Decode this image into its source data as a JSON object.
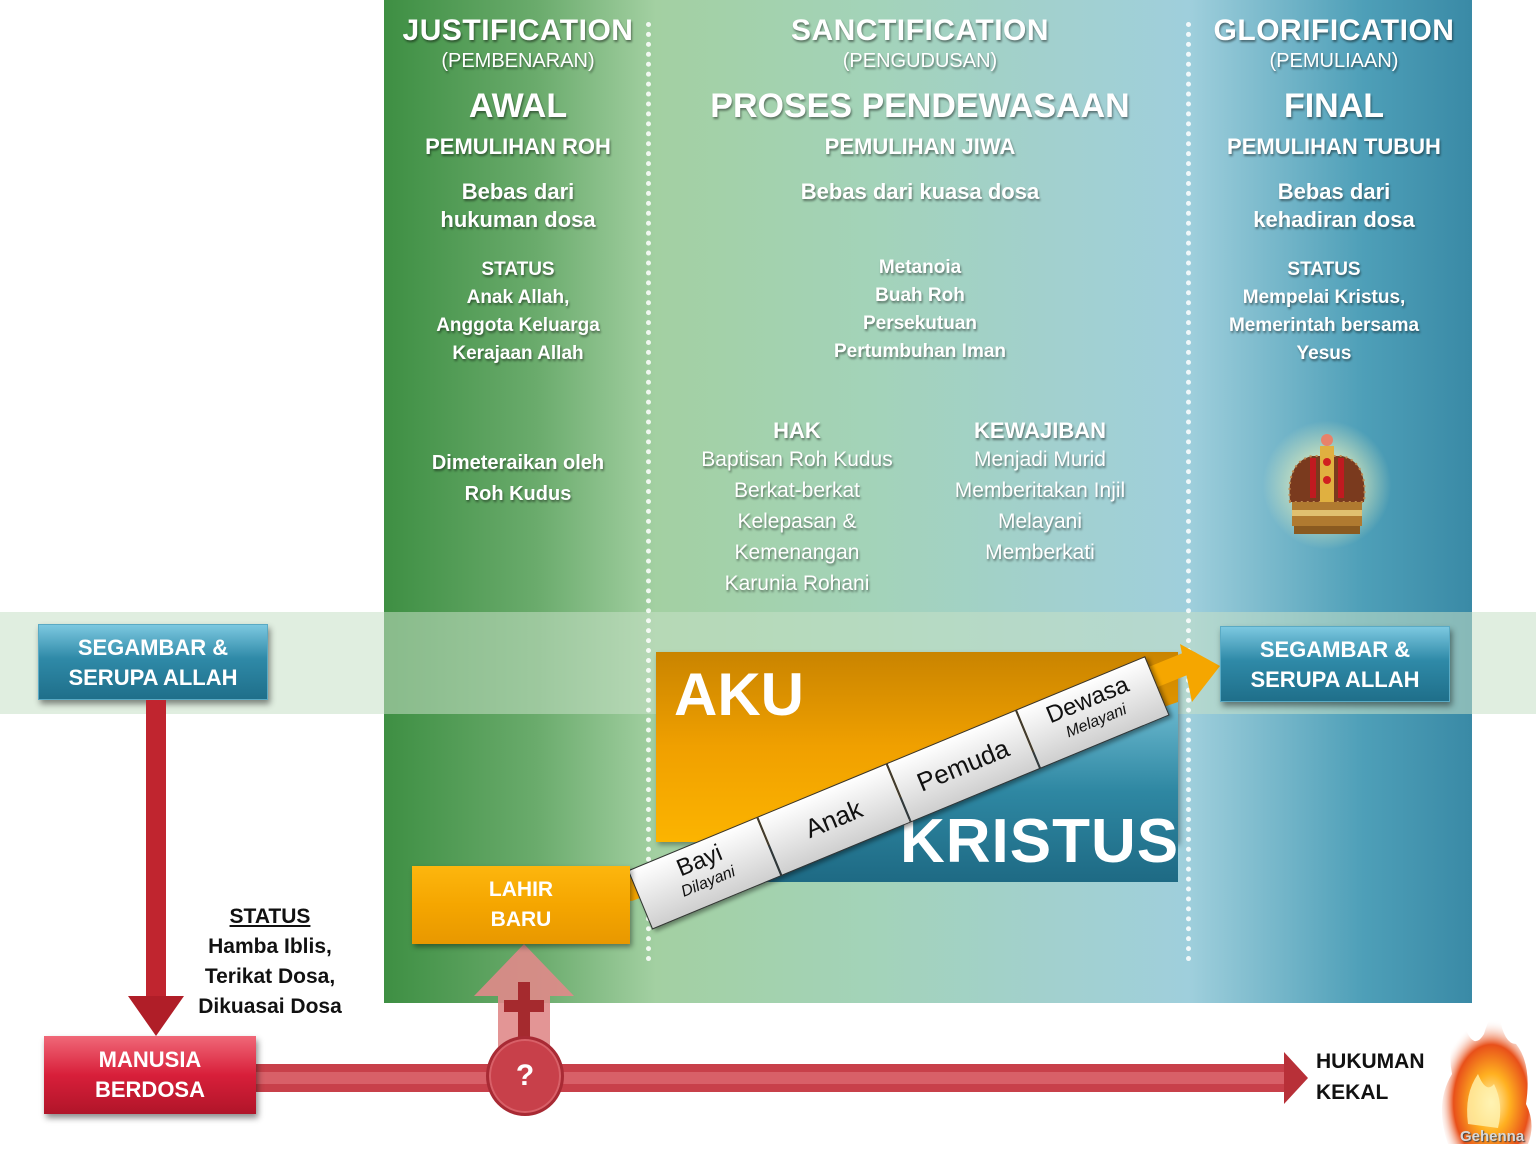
{
  "phases": [
    {
      "title": "JUSTIFICATION",
      "subtitle": "(PEMBENARAN)",
      "stage": "AWAL",
      "restoration": "PEMULIHAN ROH",
      "freedom": [
        "Bebas dari",
        "hukuman dosa"
      ],
      "status_label": "STATUS",
      "status_lines": [
        "Anak Allah,",
        "Anggota Keluarga",
        "Kerajaan Allah"
      ],
      "seal": [
        "Dimeteraikan oleh",
        "Roh Kudus"
      ]
    },
    {
      "title": "SANCTIFICATION",
      "subtitle": "(PENGUDUSAN)",
      "stage": "PROSES PENDEWASAAN",
      "restoration": "PEMULIHAN JIWA",
      "freedom": [
        "Bebas dari kuasa dosa"
      ],
      "growth": [
        "Metanoia",
        "Buah Roh",
        "Persekutuan",
        "Pertumbuhan Iman"
      ],
      "rights_label": "HAK",
      "rights": [
        "Baptisan Roh Kudus",
        "Berkat-berkat",
        "Kelepasan &",
        "Kemenangan",
        "Karunia Rohani"
      ],
      "duties_label": "KEWAJIBAN",
      "duties": [
        "Menjadi Murid",
        "Memberitakan Injil",
        "Melayani",
        "Memberkati"
      ]
    },
    {
      "title": "GLORIFICATION",
      "subtitle": "(PEMULIAAN)",
      "stage": "FINAL",
      "restoration": "PEMULIHAN TUBUH",
      "freedom": [
        "Bebas dari",
        "kehadiran dosa"
      ],
      "status_label": "STATUS",
      "status_lines": [
        "Mempelai Kristus,",
        "Memerintah bersama",
        "Yesus"
      ],
      "icon": "crown-icon"
    }
  ],
  "image_of_god_left": [
    "SEGAMBAR &",
    "SERUPA ALLAH"
  ],
  "image_of_god_right": [
    "SEGAMBAR &",
    "SERUPA ALLAH"
  ],
  "growth_diagram": {
    "self_label": "AKU",
    "christ_label": "KRISTUS",
    "stages": [
      {
        "name": "Bayi",
        "note": "Dilayani"
      },
      {
        "name": "Anak",
        "note": ""
      },
      {
        "name": "Pemuda",
        "note": ""
      },
      {
        "name": "Dewasa",
        "note": "Melayani"
      }
    ]
  },
  "new_birth": [
    "LAHIR",
    "BARU"
  ],
  "sinner": {
    "box": [
      "MANUSIA",
      "BERDOSA"
    ],
    "status_label": "STATUS",
    "status_lines": [
      "Hamba Iblis,",
      "Terikat Dosa,",
      "Dikuasai Dosa"
    ]
  },
  "decision_symbol": "?",
  "eternal_punishment": [
    "HUKUMAN",
    "KEKAL"
  ],
  "fire_caption": "Gehenna",
  "colors": {
    "green": "#3e8f43",
    "teal": "#2f8aa8",
    "orange": "#f5a600",
    "red": "#c8283a"
  }
}
